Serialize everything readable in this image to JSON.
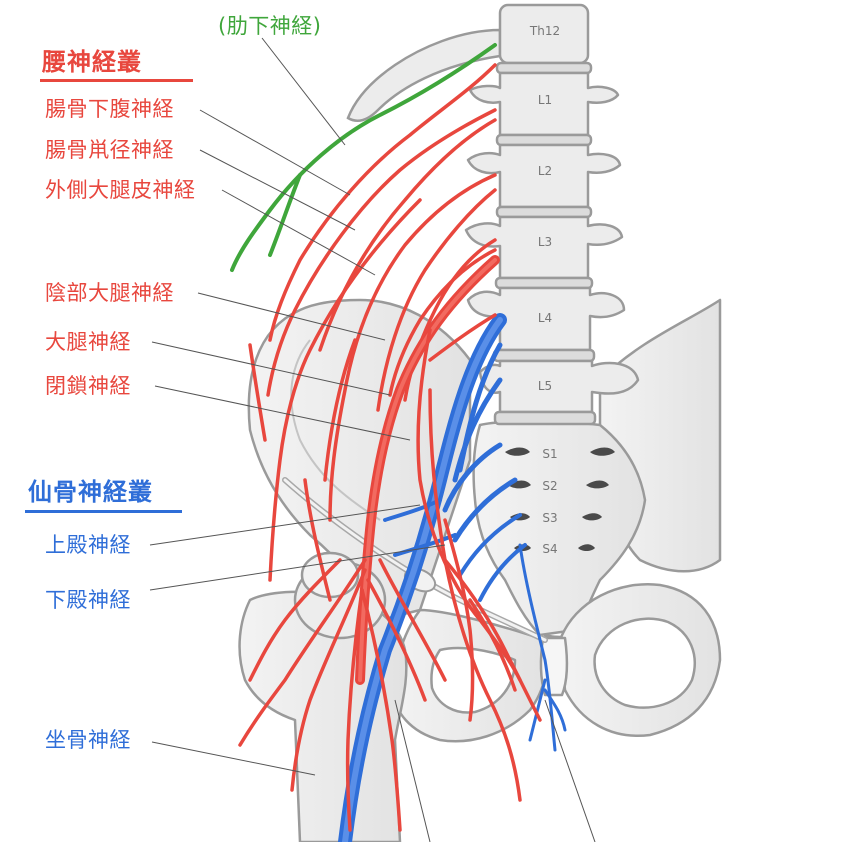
{
  "labels": {
    "subcostal": "(肋下神経)",
    "lumbar_plexus": "腰神経叢",
    "iliohypogastric": "腸骨下腹神経",
    "ilioinguinal": "腸骨鼡径神経",
    "lateral_femoral_cutaneous": "外側大腿皮神経",
    "genitofemoral": "陰部大腿神経",
    "femoral": "大腿神経",
    "obturator": "閉鎖神経",
    "sacral_plexus": "仙骨神経叢",
    "superior_gluteal": "上殿神経",
    "inferior_gluteal": "下殿神経",
    "sciatic": "坐骨神経"
  },
  "vertebrae": {
    "th12": "Th12",
    "l1": "L1",
    "l2": "L2",
    "l3": "L3",
    "l4": "L4",
    "l5": "L5",
    "s1": "S1",
    "s2": "S2",
    "s3": "S3",
    "s4": "S4"
  },
  "colors": {
    "lumbar": "#e8473e",
    "sacral": "#2f6ed8",
    "subcostal": "#3fa63b",
    "bone": "#e8e8e8",
    "bone_outline": "#9a9a9a"
  }
}
